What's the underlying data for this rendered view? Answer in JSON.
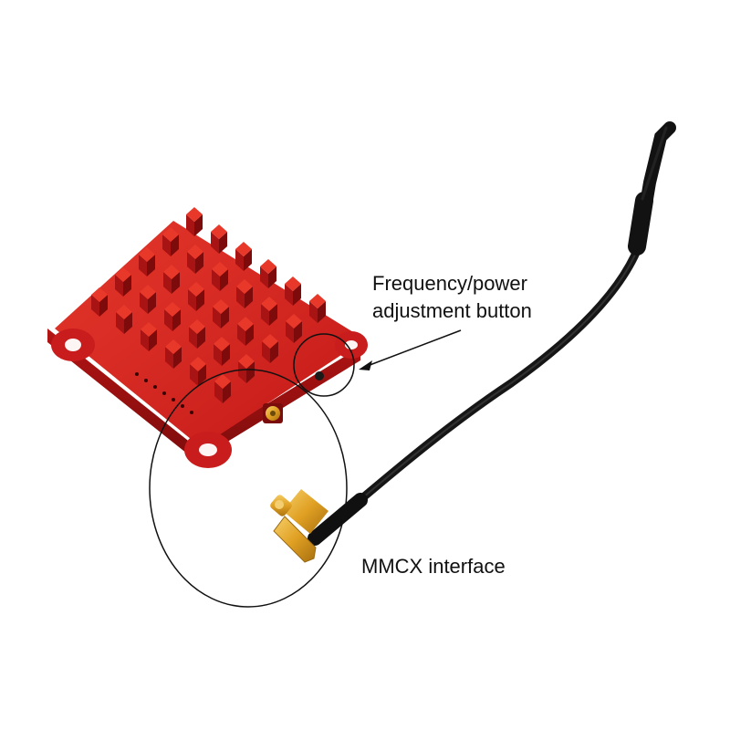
{
  "annotations": {
    "frequency_button_line1": "Frequency/power",
    "frequency_button_line2": "adjustment button",
    "mmcx_interface": "MMCX interface"
  },
  "colors": {
    "heatsink_red": "#d41f1f",
    "heatsink_dark": "#8e1010",
    "cable_black": "#151515",
    "connector_gold": "#e3a428",
    "outline": "#111111"
  }
}
